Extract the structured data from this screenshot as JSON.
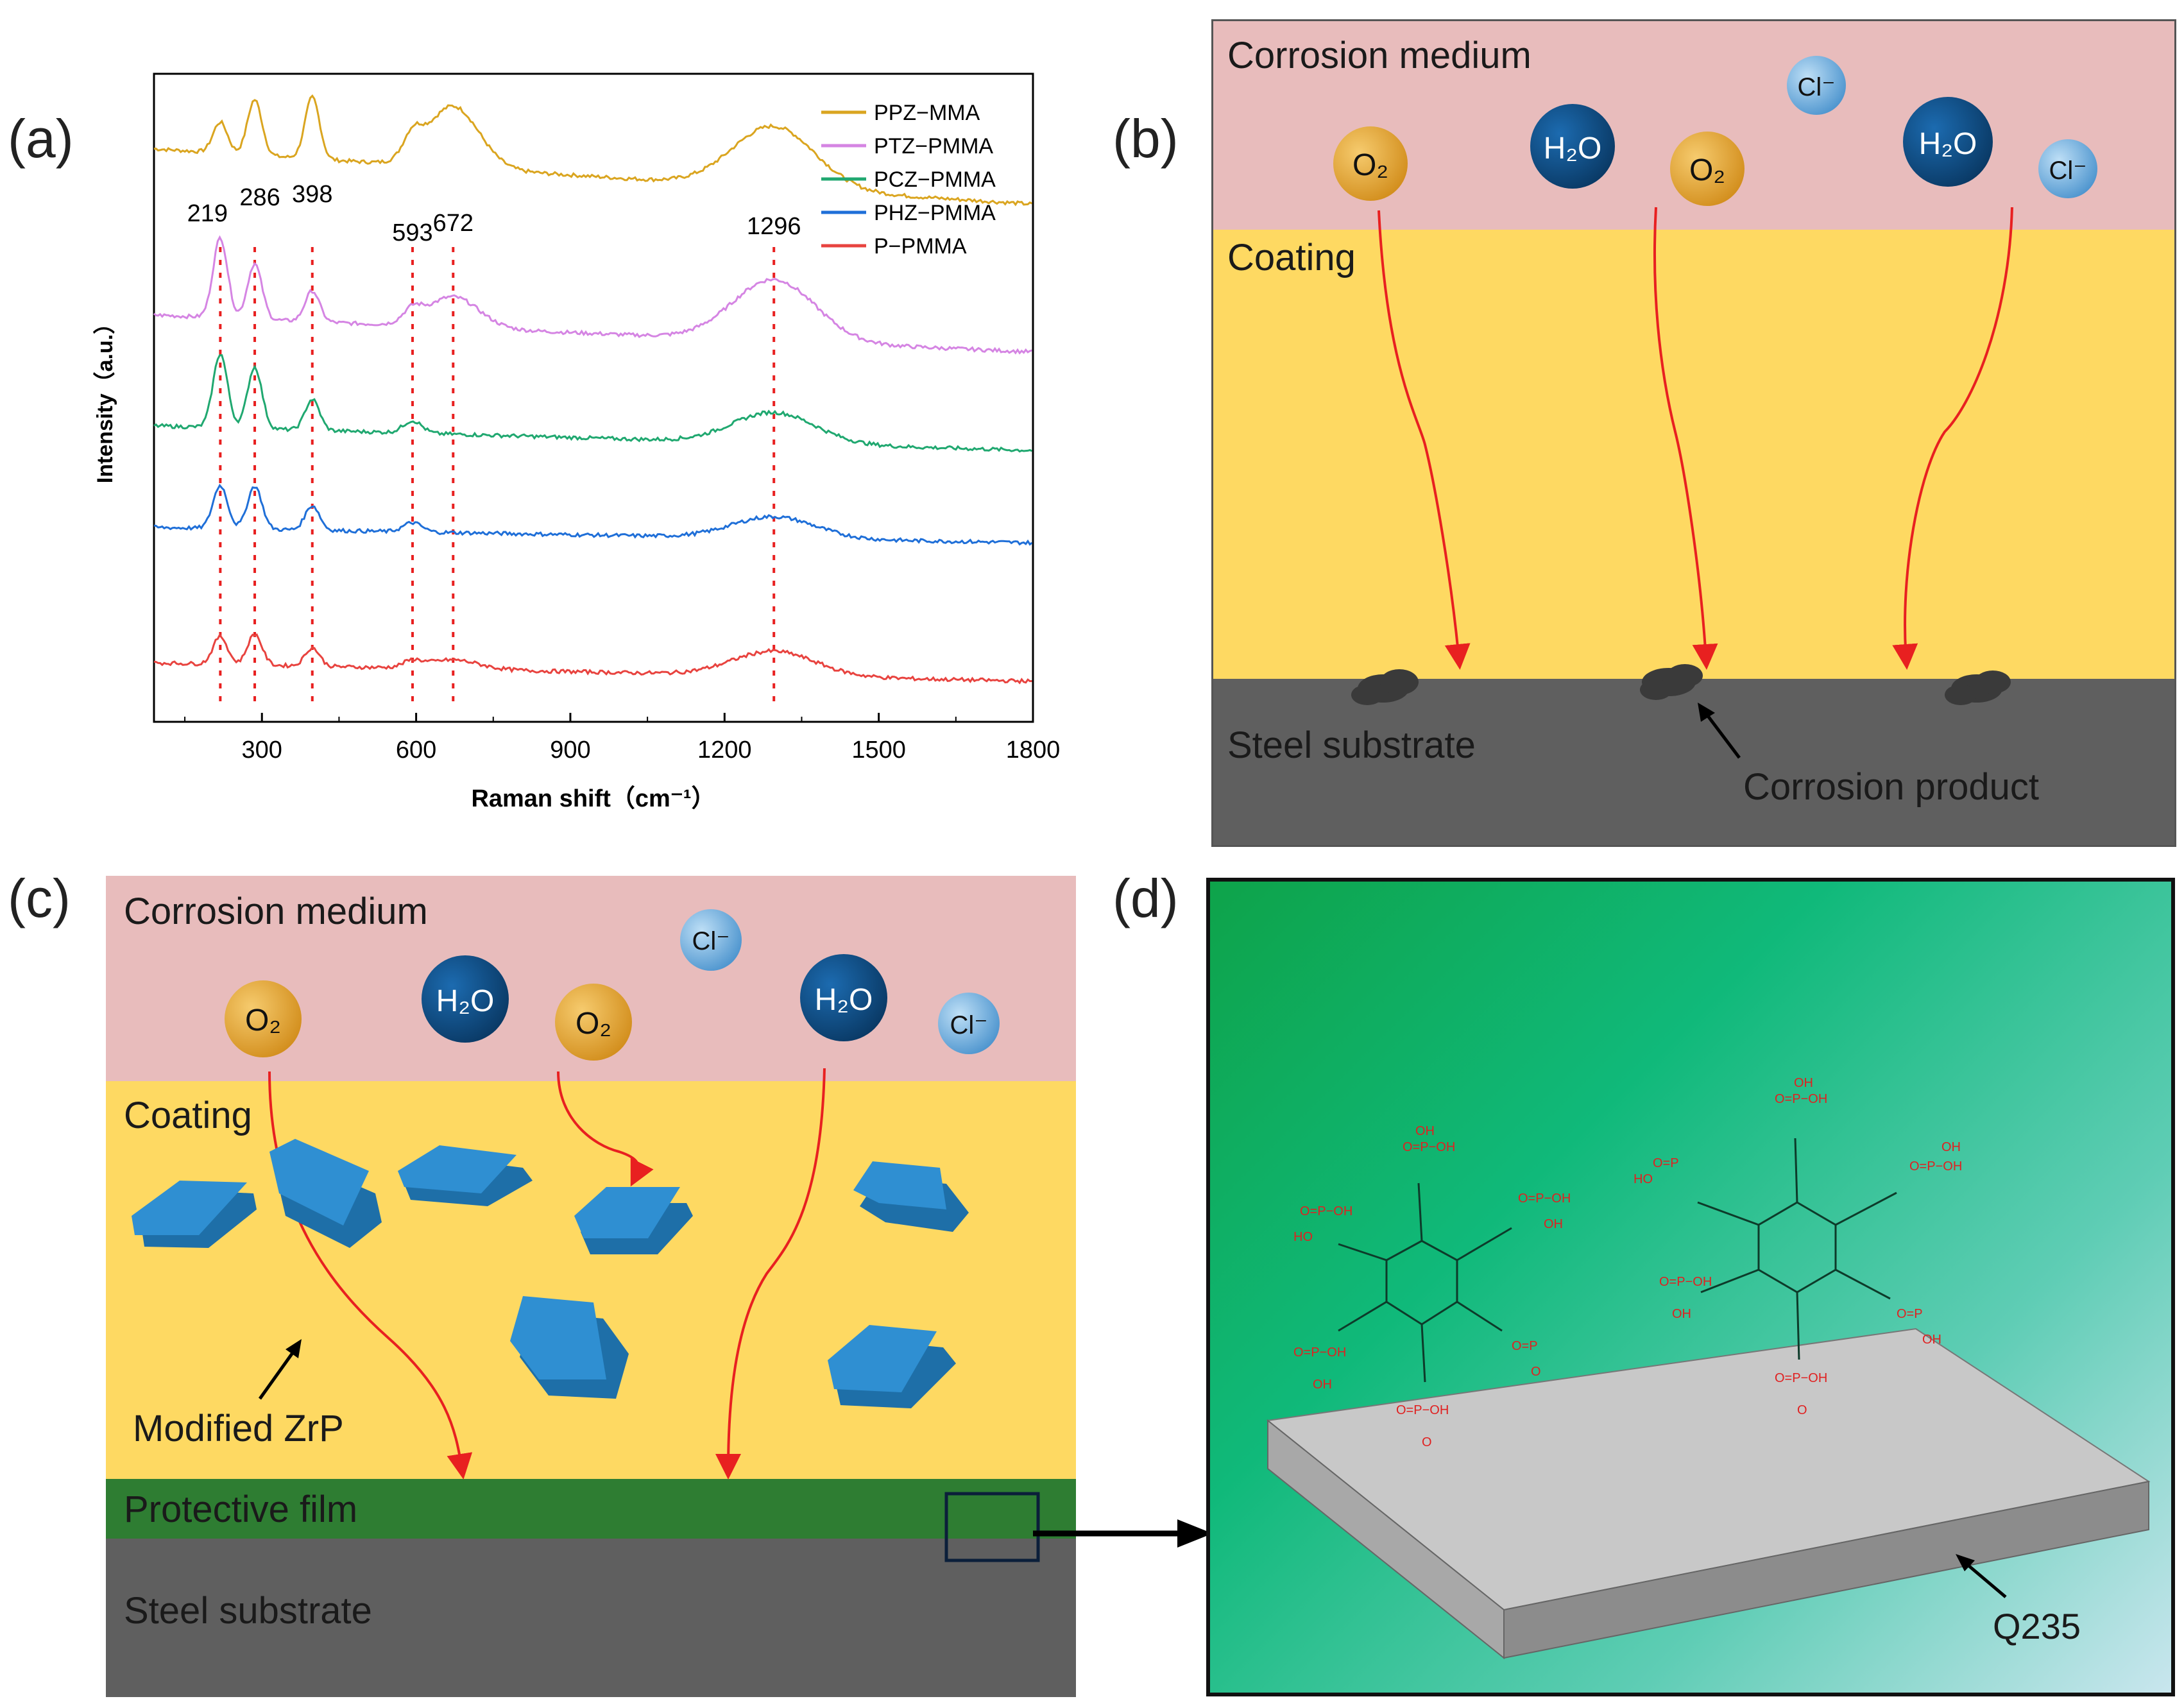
{
  "panels": {
    "a": "(a)",
    "b": "(b)",
    "c": "(c)",
    "d": "(d)"
  },
  "chart_data": {
    "type": "line",
    "xlabel": "Raman shift（cm⁻¹）",
    "ylabel": "Intensity（a.u.）",
    "xlim": [
      90,
      1800
    ],
    "xticks": [
      300,
      600,
      900,
      1200,
      1500,
      1800
    ],
    "y_ticks_shown": false,
    "legend_position": "top-right",
    "peaks": [
      219,
      286,
      398,
      593,
      672,
      1296
    ],
    "peak_labels": [
      "219",
      "286",
      "398",
      "593",
      "672",
      "1296"
    ],
    "series": [
      {
        "name": "PPZ−MMA",
        "color": "#DAA520",
        "baseline": 0.82,
        "slope": 0.09,
        "amplitudes": [
          0.05,
          0.09,
          0.1,
          0.035,
          0.1,
          0.1
        ]
      },
      {
        "name": "PTZ−PMMA",
        "color": "#D585E3",
        "baseline": 0.58,
        "slope": 0.06,
        "amplitudes": [
          0.13,
          0.09,
          0.05,
          0.02,
          0.05,
          0.1
        ]
      },
      {
        "name": "PCZ−PMMA",
        "color": "#20A870",
        "baseline": 0.42,
        "slope": 0.04,
        "amplitudes": [
          0.12,
          0.1,
          0.05,
          0.02,
          0.0,
          0.05
        ]
      },
      {
        "name": "PHZ−PMMA",
        "color": "#1F6FD8",
        "baseline": 0.27,
        "slope": 0.025,
        "amplitudes": [
          0.07,
          0.07,
          0.04,
          0.015,
          0.0,
          0.035
        ]
      },
      {
        "name": "P−PMMA",
        "color": "#E8433F",
        "baseline": 0.045,
        "slope": 0.03,
        "amplitudes": [
          0.045,
          0.05,
          0.03,
          0.01,
          0.015,
          0.04
        ]
      }
    ]
  },
  "diagram_b": {
    "medium": "Corrosion medium",
    "coating": "Coating",
    "substrate": "Steel substrate",
    "product": "Corrosion product"
  },
  "diagram_c": {
    "medium": "Corrosion medium",
    "coating": "Coating",
    "film": "Protective film",
    "substrate": "Steel substrate",
    "zrp": "Modified ZrP"
  },
  "diagram_d": {
    "plate_label": "Q235"
  },
  "species": {
    "o2": "O₂",
    "h2o": "H₂O",
    "cl": "Cl⁻"
  },
  "colors": {
    "medium": "#E8BCBC",
    "coating": "#FED962",
    "substrate": "#5F5F5F",
    "film": "#2E7D32",
    "o2": "#E9A83A",
    "h2o": "#0F4C81",
    "cl": "#7FB8E0",
    "arrow": "#E82020"
  }
}
